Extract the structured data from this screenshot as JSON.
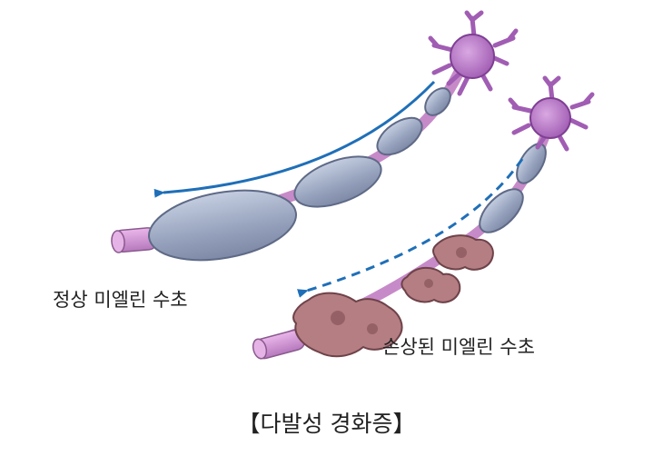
{
  "labels": {
    "normal": "정상 미엘린 수초",
    "damaged": "손상된 미엘린 수초"
  },
  "caption": "【다발성 경화증】",
  "colors": {
    "axon": "#cf8fcf",
    "myelin_normal": "#9aa7c0",
    "myelin_damaged": "#b47e82",
    "neuron_body": "#b473c0",
    "arrow": "#1f6fb8"
  }
}
